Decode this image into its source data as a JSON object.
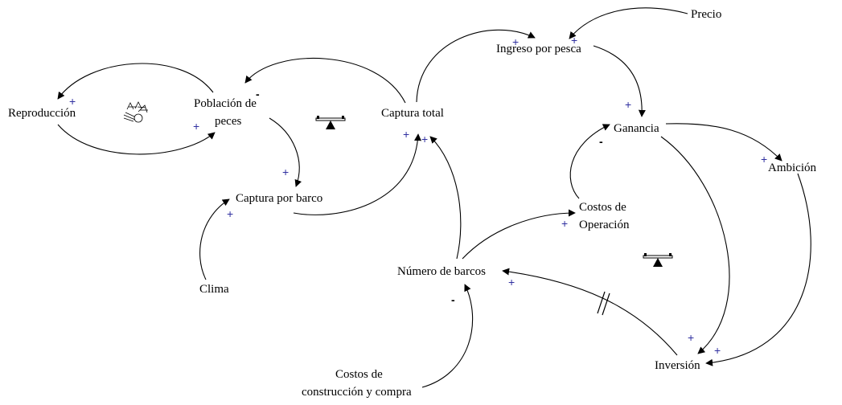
{
  "colors": {
    "link": "#000000",
    "positive": "#3030a0",
    "negative": "#000000",
    "text": "#000000"
  },
  "nodes": {
    "reproduccion": "Reproducción",
    "poblacion_1": "Población de",
    "poblacion_2": "peces",
    "captura_total": "Captura total",
    "captura_por_barco": "Captura por barco",
    "clima": "Clima",
    "ingreso": "Ingreso por pesca",
    "precio": "Precio",
    "ganancia": "Ganancia",
    "ambicion": "Ambición",
    "costos_op_1": "Costos de",
    "costos_op_2": "Operación",
    "numero_barcos": "Número de barcos",
    "costos_const_1": "Costos de",
    "costos_const_2": "construcción y compra",
    "inversion": "Inversión"
  },
  "polarity": {
    "plus": "+",
    "minus": "-"
  },
  "icons": {
    "reinforcing_loop": "fish-school-icon",
    "balancing_loop": "seesaw-balance-icon",
    "delay": "delay-mark-icon"
  }
}
